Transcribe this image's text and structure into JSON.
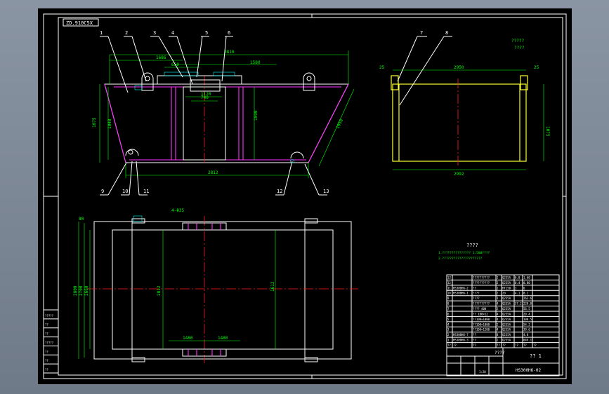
{
  "drawing_code": "ZD.910C5X",
  "balloons": [
    "1",
    "2",
    "3",
    "4",
    "5",
    "6",
    "7",
    "8",
    "9",
    "10",
    "11",
    "12",
    "13"
  ],
  "dims": {
    "d1686": "1686",
    "d3810": "3810",
    "d650": "650",
    "d1580": "1580",
    "d1120": "1120",
    "d740": "740",
    "d1075": "1075",
    "d1040": "1040",
    "d1090": "1090",
    "d1658": "1658",
    "d2812": "2812",
    "d2950": "2950",
    "d2992": "2992",
    "d1075b": "1075",
    "d25a": "25",
    "d25b": "25",
    "d2800": "2800",
    "d2700": "2700",
    "d2660": "2660",
    "d2812v": "2812",
    "d1612": "1612",
    "d80": "80",
    "d1480": "1480",
    "d1480b": "1480",
    "d4": "4-Φ35"
  },
  "tech_notes": {
    "heading": "????",
    "line1": "1.??????????????? 1:500????",
    "line2": "2.?????????????????????"
  },
  "top_right_note": {
    "line1": "?????",
    "line2": "????"
  },
  "bom_rows": [
    {
      "no": "13",
      "code": "",
      "name": "??????????",
      "qty": "2",
      "mat": "Q235A",
      "w": "0.8",
      "t": "1.60"
    },
    {
      "no": "12",
      "code": "",
      "name": "??????????",
      "qty": "2",
      "mat": "Q235A",
      "w": "0.4",
      "t": "0.80"
    },
    {
      "no": "11",
      "code": "HS300H6-2",
      "name": "??",
      "qty": "2",
      "mat": "HT150",
      "w": "3",
      "t": "6"
    },
    {
      "no": "10",
      "code": "HS300H6-1",
      "name": "????",
      "qty": "2",
      "mat": "20",
      "w": "4.1",
      "t": "8.2"
    },
    {
      "no": "9",
      "code": "",
      "name": "????",
      "qty": "1",
      "mat": "Q235A",
      "w": "",
      "t": "263.6"
    },
    {
      "no": "8",
      "code": "",
      "name": "??????????",
      "qty": "4",
      "mat": "Q235A",
      "w": "57.2",
      "t": "228.8"
    },
    {
      "no": "7",
      "code": "",
      "name": "???? 400",
      "qty": "2",
      "mat": "Q235A",
      "w": "",
      "t": "56.5"
    },
    {
      "no": "6",
      "code": "",
      "name": "?? 100×12",
      "qty": "4",
      "mat": "Q235A",
      "w": "",
      "t": "20.4"
    },
    {
      "no": "5",
      "code": "",
      "name": "??100×1000",
      "qty": "4",
      "mat": "Q235A",
      "w": "",
      "t": "108.5"
    },
    {
      "no": "4",
      "code": "",
      "name": "??100×1000",
      "qty": "2",
      "mat": "Q235A",
      "w": "",
      "t": "54.2"
    },
    {
      "no": "3",
      "code": "",
      "name": "??100×1200",
      "qty": "4",
      "mat": "Q235A",
      "w": "",
      "t": "39.6"
    },
    {
      "no": "2",
      "code": "HS300H6-7",
      "name": "??",
      "qty": "4",
      "mat": "Q235A",
      "w": "",
      "t": "4.8"
    },
    {
      "no": "1",
      "code": "HS300H6-3",
      "name": "??",
      "qty": "2",
      "mat": "Q235A",
      "w": "",
      "t": "649.1"
    }
  ],
  "bom_header": {
    "no": "??",
    "code": "??",
    "name": "??",
    "qty": "??",
    "mat": "??",
    "w": "??",
    "t": "??",
    "note": "??"
  },
  "title_block": {
    "title": "????",
    "scale": "1:20",
    "drawing_no": "HS300H6-02",
    "sheet": "?? 1"
  },
  "left_strip": [
    "?????",
    "??",
    "??",
    "?????",
    "??",
    "??",
    "??"
  ]
}
